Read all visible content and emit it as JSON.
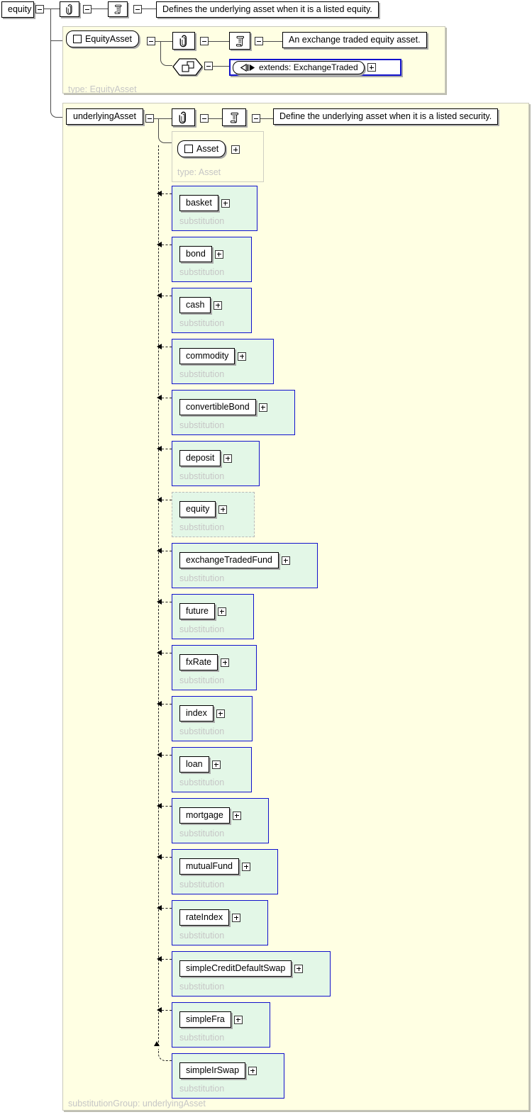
{
  "diagram": {
    "colors": {
      "panel_bg": "#FFFFE3",
      "member_bg": "#E3F7E7",
      "member_border": "#1111CC",
      "muted": "#C6C6C6"
    },
    "root": {
      "name": "equity",
      "doc": "Defines the underlying asset when it is a listed equity."
    },
    "equity_asset_panel": {
      "title": "EquityAsset",
      "doc": "An exchange traded equity asset.",
      "extends_label": "extends: ExchangeTraded",
      "type_label": "type: EquityAsset"
    },
    "underlying_asset_panel": {
      "title": "underlyingAsset",
      "doc": "Define the underlying asset when it is a listed security.",
      "head": {
        "name": "Asset",
        "type_label": "type: Asset"
      },
      "substitution_label": "substitution",
      "footer": "substitutionGroup: underlyingAsset",
      "members": [
        {
          "name": "basket"
        },
        {
          "name": "bond"
        },
        {
          "name": "cash"
        },
        {
          "name": "commodity"
        },
        {
          "name": "convertibleBond"
        },
        {
          "name": "deposit"
        },
        {
          "name": "equity",
          "current": true
        },
        {
          "name": "exchangeTradedFund"
        },
        {
          "name": "future"
        },
        {
          "name": "fxRate"
        },
        {
          "name": "index"
        },
        {
          "name": "loan"
        },
        {
          "name": "mortgage"
        },
        {
          "name": "mutualFund"
        },
        {
          "name": "rateIndex"
        },
        {
          "name": "simpleCreditDefaultSwap"
        },
        {
          "name": "simpleFra"
        },
        {
          "name": "simpleIrSwap"
        }
      ]
    },
    "icons": {
      "attributes": "paperclip-icon",
      "annotation": "scroll-icon",
      "content_model": "hexagon-squares-icon",
      "complex_type": "square-icon",
      "extends": "triangles-icon"
    }
  }
}
